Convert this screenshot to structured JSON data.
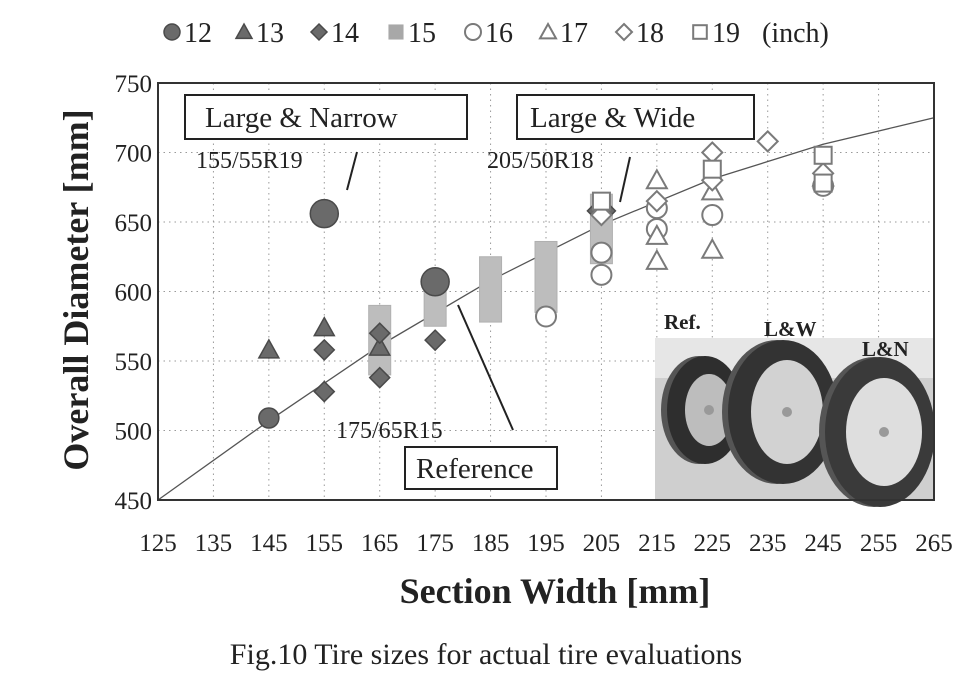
{
  "figure_caption": "Fig.10 Tire sizes for actual tire evaluations",
  "legend_unit": "(inch)",
  "colors": {
    "dark": "#6a6a6a",
    "darker": "#4a4a4a",
    "mid": "#a8a8a8",
    "light": "#bdbdbd",
    "frame": "#333333"
  },
  "chart_data": {
    "type": "scatter",
    "xlabel": "Section Width  [mm]",
    "ylabel": "Overall Diameter  [mm]",
    "xlim": [
      125,
      265
    ],
    "ylim": [
      450,
      750
    ],
    "xticks": [
      "125",
      "135",
      "145",
      "155",
      "165",
      "175",
      "185",
      "195",
      "205",
      "215",
      "225",
      "235",
      "245",
      "255",
      "265"
    ],
    "yticks": [
      "450",
      "500",
      "550",
      "600",
      "650",
      "700",
      "750"
    ],
    "grid": "dotted",
    "legend_placement": "top",
    "series": [
      {
        "name": "12",
        "marker": "circle-filled",
        "points": [
          [
            145,
            509
          ],
          [
            155,
            656
          ],
          [
            175,
            607
          ]
        ]
      },
      {
        "name": "13",
        "marker": "triangle-filled",
        "points": [
          [
            145,
            558
          ],
          [
            155,
            574
          ],
          [
            165,
            560
          ]
        ]
      },
      {
        "name": "14",
        "marker": "diamond-filled",
        "points": [
          [
            155,
            528
          ],
          [
            155,
            558
          ],
          [
            165,
            538
          ],
          [
            165,
            570
          ],
          [
            175,
            565
          ],
          [
            205,
            658
          ]
        ]
      },
      {
        "name": "15",
        "marker": "square-filled",
        "ranges": [
          [
            165,
            540,
            590
          ],
          [
            175,
            575,
            607
          ],
          [
            185,
            578,
            625
          ],
          [
            195,
            585,
            636
          ],
          [
            205,
            620,
            670
          ]
        ]
      },
      {
        "name": "16",
        "marker": "circle-open",
        "points": [
          [
            195,
            582
          ],
          [
            205,
            612
          ],
          [
            205,
            628
          ],
          [
            215,
            645
          ],
          [
            215,
            660
          ],
          [
            225,
            655
          ],
          [
            245,
            676
          ]
        ]
      },
      {
        "name": "17",
        "marker": "triangle-open",
        "points": [
          [
            215,
            622
          ],
          [
            215,
            640
          ],
          [
            215,
            680
          ],
          [
            225,
            630
          ],
          [
            225,
            672
          ],
          [
            245,
            682
          ]
        ]
      },
      {
        "name": "18",
        "marker": "diamond-open",
        "points": [
          [
            205,
            655
          ],
          [
            215,
            665
          ],
          [
            225,
            680
          ],
          [
            225,
            700
          ],
          [
            235,
            708
          ],
          [
            245,
            685
          ]
        ]
      },
      {
        "name": "19",
        "marker": "square-open",
        "points": [
          [
            205,
            665
          ],
          [
            225,
            688
          ],
          [
            245,
            698
          ],
          [
            245,
            678
          ]
        ]
      }
    ],
    "trend_line": [
      [
        125,
        450
      ],
      [
        145,
        507
      ],
      [
        165,
        561
      ],
      [
        185,
        608
      ],
      [
        205,
        648
      ],
      [
        225,
        681
      ],
      [
        245,
        706
      ],
      [
        265,
        725
      ]
    ],
    "annotations": [
      {
        "boxed": "Large & Narrow",
        "label": "155/55R19"
      },
      {
        "boxed": "Large & Wide",
        "label": "205/50R18"
      },
      {
        "boxed": "Reference",
        "label": "175/65R15"
      }
    ],
    "photo_labels": [
      "Ref.",
      "L&W",
      "L&N"
    ]
  }
}
